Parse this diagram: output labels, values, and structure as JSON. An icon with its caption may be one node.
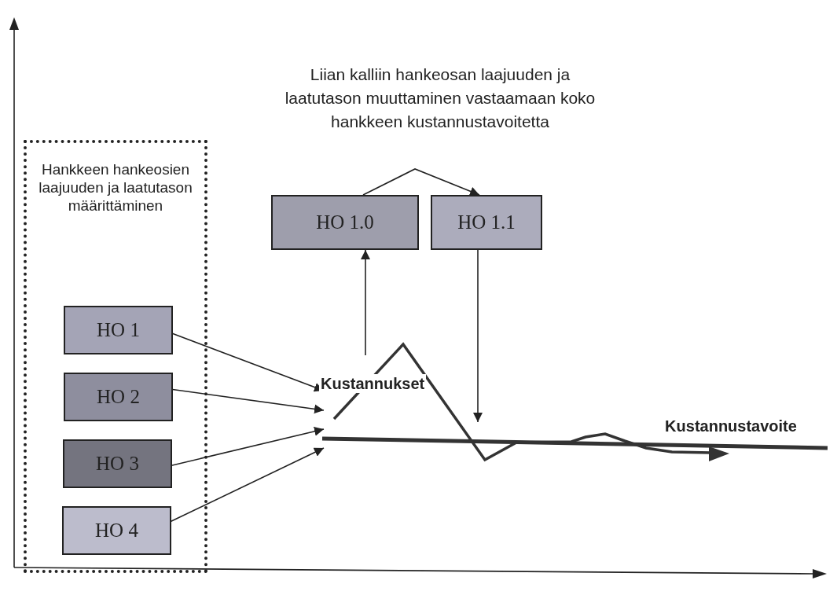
{
  "diagram": {
    "nodes": [
      {
        "text": [
          "Hankkeen hankeosien laajuuden ja laatutason määrittäminen"
        ]
      },
      {
        "text": [
          "HO 1"
        ],
        "in": 0
      },
      {
        "text": [
          "HO 2"
        ],
        "in": 0
      },
      {
        "text": [
          "HO 3"
        ],
        "in": 0
      },
      {
        "text": [
          "HO 4"
        ],
        "in": 0
      },
      {
        "text": [
          "HO 1.0"
        ]
      },
      {
        "text": [
          "HO 1.1"
        ]
      },
      {
        "text": [
          "Kustannukset"
        ]
      }
    ],
    "edges": [
      {
        "from": 1,
        "to": 7,
        "arrow": "to"
      },
      {
        "from": 2,
        "to": 7,
        "arrow": "to"
      },
      {
        "from": 3,
        "to": 7,
        "arrow": "to"
      },
      {
        "from": 4,
        "to": 7,
        "arrow": "to"
      },
      {
        "from": 7,
        "to": 5,
        "arrow": "to"
      },
      {
        "from": 6,
        "to": 7,
        "arrow": "to"
      },
      {
        "from": 5,
        "to": 6,
        "arrow": "to"
      }
    ],
    "labels": [
      "Liian kalliin hankeosan laajuuden ja laatutason muuttaminen vastaamaan koko hankkeen kustannustavoitetta",
      "Kustannustavoite"
    ]
  }
}
